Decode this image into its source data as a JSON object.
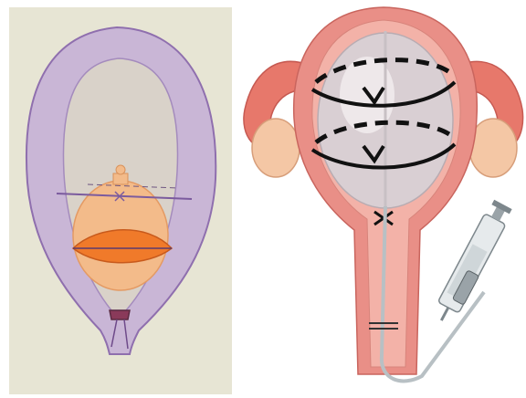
{
  "figure": {
    "panels": [
      {
        "id": "left",
        "kind": "hand-drawn sketch"
      },
      {
        "id": "right",
        "kind": "medical illustration"
      }
    ],
    "colors": {
      "paper": "#e7e5d4",
      "sketch_purple": "#9a7bb6",
      "sketch_orange": "#f07a2a",
      "uterus_pink": "#e98f87",
      "balloon": "#d9cfd3",
      "ovary": "#f4c7a5",
      "arrow_black": "#111111",
      "syringe_gray": "#9aa3a8"
    }
  }
}
